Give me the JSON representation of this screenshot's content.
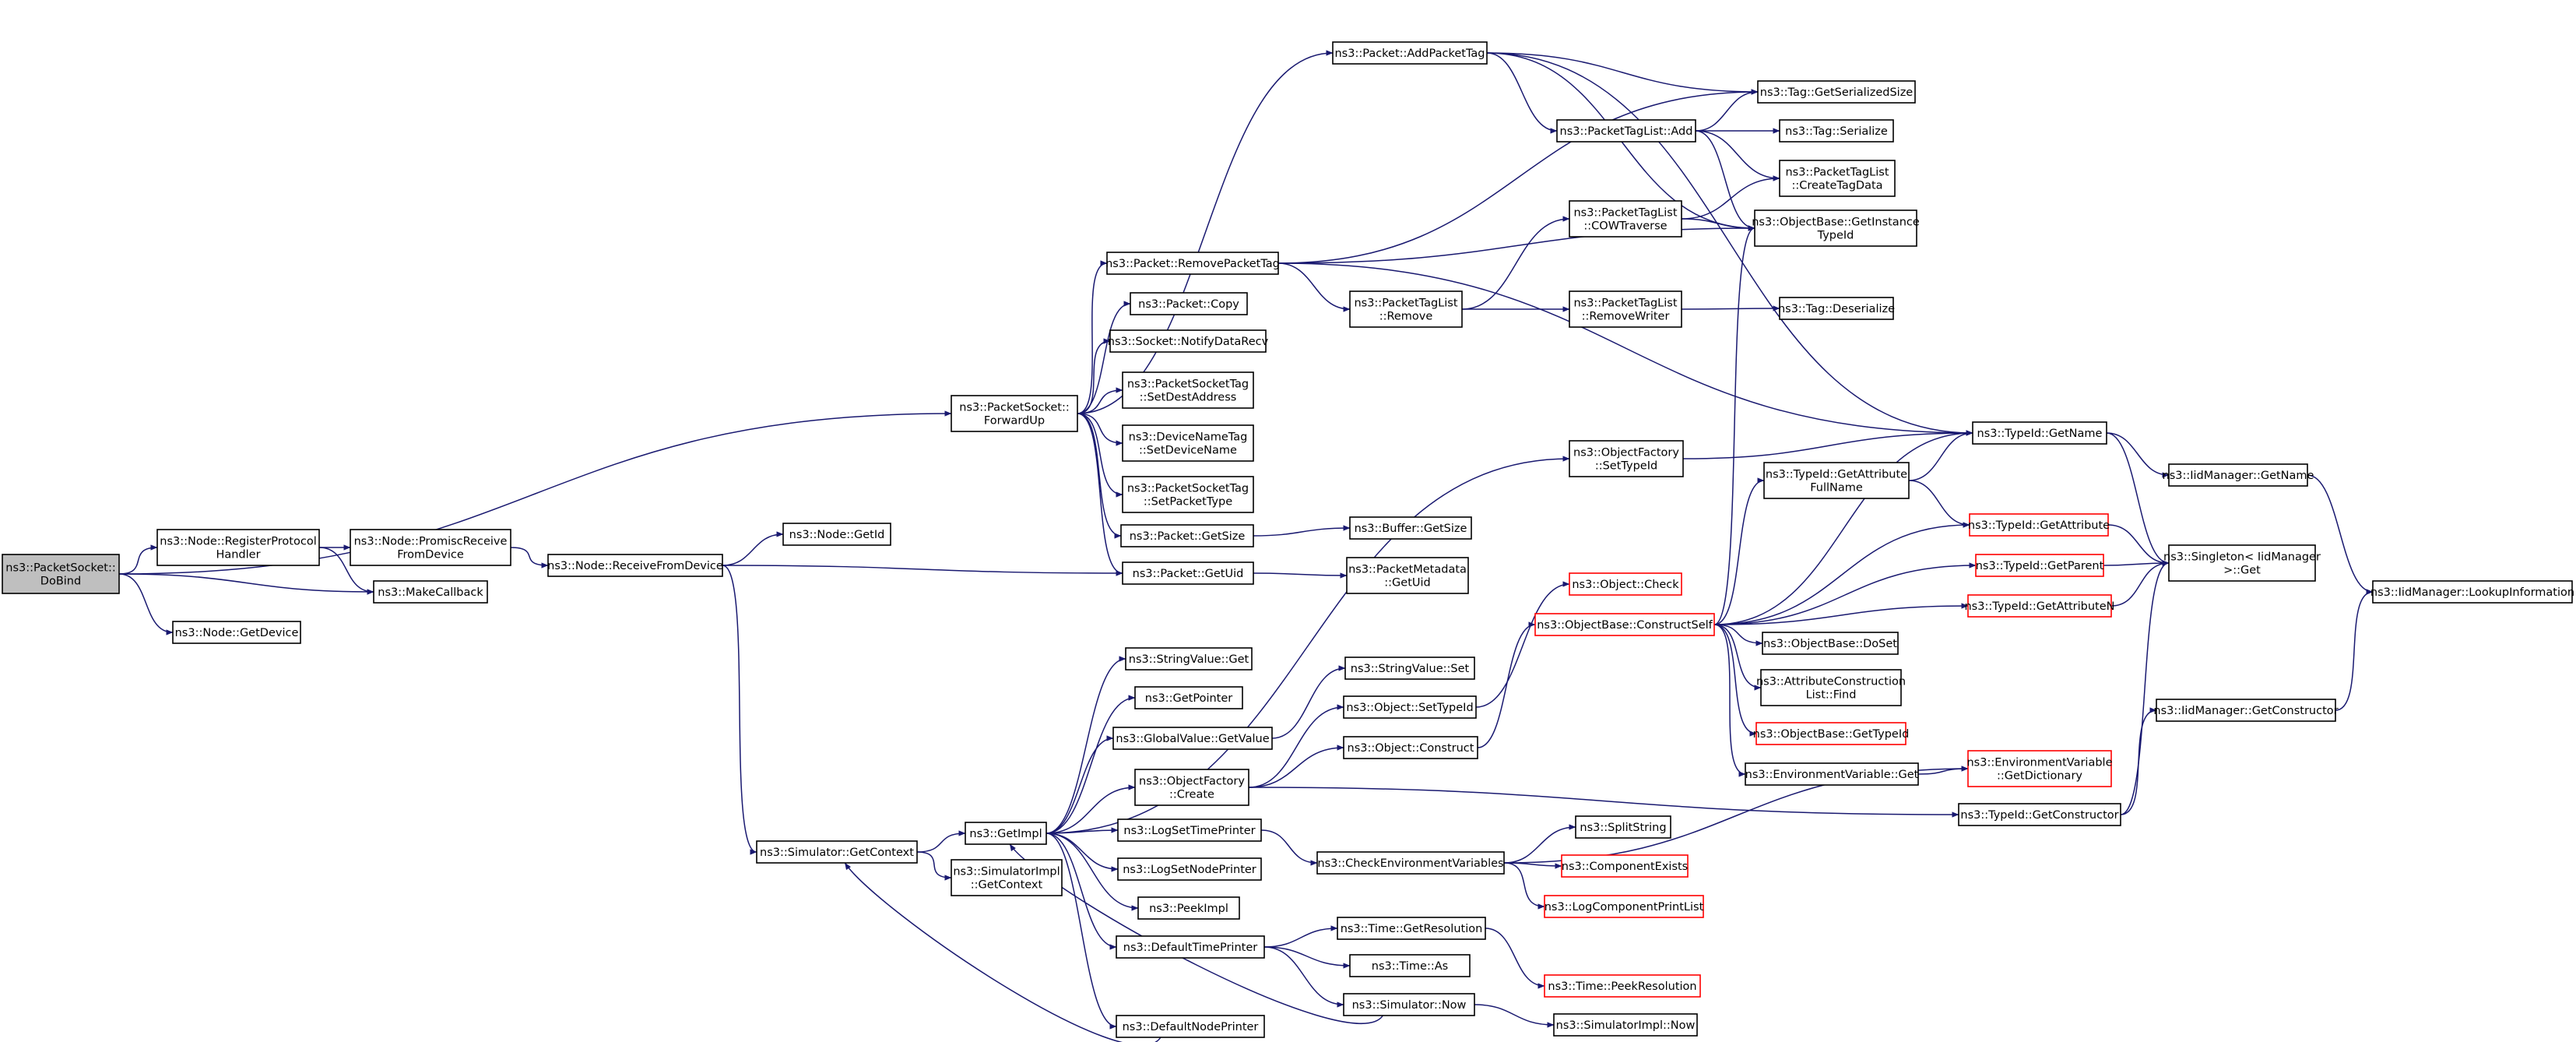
{
  "colors": {
    "edge": "#191970",
    "node_border": "#000000",
    "truncated_border": "#ff0000",
    "current_fill": "#bfbfbf"
  },
  "nodes": [
    {
      "id": "packetsocket_dobind",
      "lines": [
        "ns3::PacketSocket::",
        "DoBind"
      ],
      "style": "current"
    },
    {
      "id": "node_registerprotocolhandler",
      "lines": [
        "ns3::Node::RegisterProtocol",
        "Handler"
      ]
    },
    {
      "id": "node_getdevice",
      "lines": [
        "ns3::Node::GetDevice"
      ]
    },
    {
      "id": "makecallback",
      "lines": [
        "ns3::MakeCallback"
      ]
    },
    {
      "id": "node_promiscreceivefromdevice",
      "lines": [
        "ns3::Node::PromiscReceive",
        "FromDevice"
      ]
    },
    {
      "id": "node_receivefromdevice",
      "lines": [
        "ns3::Node::ReceiveFromDevice"
      ]
    },
    {
      "id": "node_getid",
      "lines": [
        "ns3::Node::GetId"
      ]
    },
    {
      "id": "simulator_getcontext",
      "lines": [
        "ns3::Simulator::GetContext"
      ]
    },
    {
      "id": "packetsocket_forwardup",
      "lines": [
        "ns3::PacketSocket::",
        "ForwardUp"
      ]
    },
    {
      "id": "getimpl",
      "lines": [
        "ns3::GetImpl"
      ]
    },
    {
      "id": "simulatorimpl_getcontext",
      "lines": [
        "ns3::SimulatorImpl",
        "::GetContext"
      ]
    },
    {
      "id": "packet_addpackettag",
      "lines": [
        "ns3::Packet::AddPacketTag"
      ]
    },
    {
      "id": "packet_removepackettag",
      "lines": [
        "ns3::Packet::RemovePacketTag"
      ]
    },
    {
      "id": "packet_copy",
      "lines": [
        "ns3::Packet::Copy"
      ]
    },
    {
      "id": "socket_notifydatarecv",
      "lines": [
        "ns3::Socket::NotifyDataRecv"
      ]
    },
    {
      "id": "packetsockettag_setdestaddress",
      "lines": [
        "ns3::PacketSocketTag",
        "::SetDestAddress"
      ]
    },
    {
      "id": "devicenametag_setdevicename",
      "lines": [
        "ns3::DeviceNameTag",
        "::SetDeviceName"
      ]
    },
    {
      "id": "packetsockettag_setpackettype",
      "lines": [
        "ns3::PacketSocketTag",
        "::SetPacketType"
      ]
    },
    {
      "id": "packet_getsize",
      "lines": [
        "ns3::Packet::GetSize"
      ]
    },
    {
      "id": "packet_getuid",
      "lines": [
        "ns3::Packet::GetUid"
      ]
    },
    {
      "id": "stringvalue_get",
      "lines": [
        "ns3::StringValue::Get"
      ]
    },
    {
      "id": "getpointer",
      "lines": [
        "ns3::GetPointer"
      ]
    },
    {
      "id": "globalvalue_getvalue",
      "lines": [
        "ns3::GlobalValue::GetValue"
      ]
    },
    {
      "id": "objectfactory_create",
      "lines": [
        "ns3::ObjectFactory",
        "::Create"
      ]
    },
    {
      "id": "logsettimeprinter",
      "lines": [
        "ns3::LogSetTimePrinter"
      ]
    },
    {
      "id": "logsetnodeprinter",
      "lines": [
        "ns3::LogSetNodePrinter"
      ]
    },
    {
      "id": "peekimpl",
      "lines": [
        "ns3::PeekImpl"
      ]
    },
    {
      "id": "defaulttimeprinter",
      "lines": [
        "ns3::DefaultTimePrinter"
      ]
    },
    {
      "id": "defaultnodeprinter",
      "lines": [
        "ns3::DefaultNodePrinter"
      ]
    },
    {
      "id": "packettaglist_add",
      "lines": [
        "ns3::PacketTagList::Add"
      ]
    },
    {
      "id": "packettaglist_remove",
      "lines": [
        "ns3::PacketTagList",
        "::Remove"
      ]
    },
    {
      "id": "packettaglist_cowtraverse",
      "lines": [
        "ns3::PacketTagList",
        "::COWTraverse"
      ]
    },
    {
      "id": "packettaglist_removewriter",
      "lines": [
        "ns3::PacketTagList",
        "::RemoveWriter"
      ]
    },
    {
      "id": "buffer_getsize",
      "lines": [
        "ns3::Buffer::GetSize"
      ]
    },
    {
      "id": "packetmetadata_getuid",
      "lines": [
        "ns3::PacketMetadata",
        "::GetUid"
      ]
    },
    {
      "id": "stringvalue_set",
      "lines": [
        "ns3::StringValue::Set"
      ]
    },
    {
      "id": "object_settypeid",
      "lines": [
        "ns3::Object::SetTypeId"
      ]
    },
    {
      "id": "object_construct",
      "lines": [
        "ns3::Object::Construct"
      ]
    },
    {
      "id": "objectfactory_settypeid",
      "lines": [
        "ns3::ObjectFactory",
        "::SetTypeId"
      ]
    },
    {
      "id": "checkenvironmentvariables",
      "lines": [
        "ns3::CheckEnvironmentVariables"
      ]
    },
    {
      "id": "time_getresolution",
      "lines": [
        "ns3::Time::GetResolution"
      ]
    },
    {
      "id": "time_as",
      "lines": [
        "ns3::Time::As"
      ]
    },
    {
      "id": "simulator_now",
      "lines": [
        "ns3::Simulator::Now"
      ]
    },
    {
      "id": "tag_getserializedsize",
      "lines": [
        "ns3::Tag::GetSerializedSize"
      ]
    },
    {
      "id": "tag_serialize",
      "lines": [
        "ns3::Tag::Serialize"
      ]
    },
    {
      "id": "packettaglist_createtagdata",
      "lines": [
        "ns3::PacketTagList",
        "::CreateTagData"
      ]
    },
    {
      "id": "objectbase_getinstancetypeid",
      "lines": [
        "ns3::ObjectBase::GetInstance",
        "TypeId"
      ]
    },
    {
      "id": "tag_deserialize",
      "lines": [
        "ns3::Tag::Deserialize"
      ]
    },
    {
      "id": "object_check",
      "lines": [
        "ns3::Object::Check"
      ],
      "style": "truncated"
    },
    {
      "id": "objectbase_constructself",
      "lines": [
        "ns3::ObjectBase::ConstructSelf"
      ],
      "style": "truncated"
    },
    {
      "id": "splitstring",
      "lines": [
        "ns3::SplitString"
      ]
    },
    {
      "id": "componentexists",
      "lines": [
        "ns3::ComponentExists"
      ],
      "style": "truncated"
    },
    {
      "id": "logcomponentprintlist",
      "lines": [
        "ns3::LogComponentPrintList"
      ],
      "style": "truncated"
    },
    {
      "id": "time_peekresolution",
      "lines": [
        "ns3::Time::PeekResolution"
      ],
      "style": "truncated"
    },
    {
      "id": "simulatorimpl_now",
      "lines": [
        "ns3::SimulatorImpl::Now"
      ]
    },
    {
      "id": "typeid_getname",
      "lines": [
        "ns3::TypeId::GetName"
      ]
    },
    {
      "id": "typeid_getattributefullname",
      "lines": [
        "ns3::TypeId::GetAttribute",
        "FullName"
      ]
    },
    {
      "id": "typeid_getattribute",
      "lines": [
        "ns3::TypeId::GetAttribute"
      ],
      "style": "truncated"
    },
    {
      "id": "typeid_getparent",
      "lines": [
        "ns3::TypeId::GetParent"
      ],
      "style": "truncated"
    },
    {
      "id": "typeid_getattributen",
      "lines": [
        "ns3::TypeId::GetAttributeN"
      ],
      "style": "truncated"
    },
    {
      "id": "objectbase_doset",
      "lines": [
        "ns3::ObjectBase::DoSet"
      ]
    },
    {
      "id": "attributeconstructionlist_find",
      "lines": [
        "ns3::AttributeConstruction",
        "List::Find"
      ]
    },
    {
      "id": "objectbase_gettypeid",
      "lines": [
        "ns3::ObjectBase::GetTypeId"
      ],
      "style": "truncated"
    },
    {
      "id": "environmentvariable_get",
      "lines": [
        "ns3::EnvironmentVariable::Get"
      ]
    },
    {
      "id": "environmentvariable_getdictionary",
      "lines": [
        "ns3::EnvironmentVariable",
        "::GetDictionary"
      ],
      "style": "truncated"
    },
    {
      "id": "typeid_getconstructor",
      "lines": [
        "ns3::TypeId::GetConstructor"
      ]
    },
    {
      "id": "iidmanager_getname",
      "lines": [
        "ns3::IidManager::GetName"
      ]
    },
    {
      "id": "singleton_get",
      "lines": [
        "ns3::Singleton< IidManager",
        ">::Get"
      ]
    },
    {
      "id": "iidmanager_getconstructor",
      "lines": [
        "ns3::IidManager::GetConstructor"
      ]
    },
    {
      "id": "iidmanager_lookupinformation",
      "lines": [
        "ns3::IidManager::LookupInformation"
      ]
    }
  ],
  "edges": [
    [
      "packetsocket_dobind",
      "packetsocket_forwardup"
    ],
    [
      "packetsocket_dobind",
      "node_registerprotocolhandler"
    ],
    [
      "packetsocket_dobind",
      "makecallback"
    ],
    [
      "packetsocket_dobind",
      "node_getdevice"
    ],
    [
      "node_registerprotocolhandler",
      "node_promiscreceivefromdevice"
    ],
    [
      "node_registerprotocolhandler",
      "makecallback"
    ],
    [
      "node_promiscreceivefromdevice",
      "node_receivefromdevice"
    ],
    [
      "node_receivefromdevice",
      "node_getid"
    ],
    [
      "node_receivefromdevice",
      "packet_getuid"
    ],
    [
      "node_receivefromdevice",
      "simulator_getcontext"
    ],
    [
      "simulator_getcontext",
      "getimpl"
    ],
    [
      "simulator_getcontext",
      "simulatorimpl_getcontext"
    ],
    [
      "packetsocket_forwardup",
      "packet_addpackettag"
    ],
    [
      "packetsocket_forwardup",
      "packet_removepackettag"
    ],
    [
      "packetsocket_forwardup",
      "packet_copy"
    ],
    [
      "packetsocket_forwardup",
      "socket_notifydatarecv"
    ],
    [
      "packetsocket_forwardup",
      "packetsockettag_setdestaddress"
    ],
    [
      "packetsocket_forwardup",
      "devicenametag_setdevicename"
    ],
    [
      "packetsocket_forwardup",
      "packetsockettag_setpackettype"
    ],
    [
      "packetsocket_forwardup",
      "packet_getsize"
    ],
    [
      "packetsocket_forwardup",
      "packet_getuid"
    ],
    [
      "packet_addpackettag",
      "typeid_getname"
    ],
    [
      "packet_addpackettag",
      "tag_getserializedsize"
    ],
    [
      "packet_addpackettag",
      "packettaglist_add"
    ],
    [
      "packet_addpackettag",
      "objectbase_getinstancetypeid"
    ],
    [
      "packet_removepackettag",
      "tag_getserializedsize"
    ],
    [
      "packet_removepackettag",
      "objectbase_getinstancetypeid"
    ],
    [
      "packet_removepackettag",
      "packettaglist_remove"
    ],
    [
      "packet_removepackettag",
      "typeid_getname"
    ],
    [
      "packettaglist_add",
      "tag_getserializedsize"
    ],
    [
      "packettaglist_add",
      "tag_serialize"
    ],
    [
      "packettaglist_add",
      "packettaglist_createtagdata"
    ],
    [
      "packettaglist_add",
      "objectbase_getinstancetypeid"
    ],
    [
      "packettaglist_remove",
      "packettaglist_cowtraverse"
    ],
    [
      "packettaglist_remove",
      "packettaglist_removewriter"
    ],
    [
      "packettaglist_cowtraverse",
      "packettaglist_createtagdata"
    ],
    [
      "packettaglist_cowtraverse",
      "objectbase_getinstancetypeid"
    ],
    [
      "packettaglist_removewriter",
      "tag_deserialize"
    ],
    [
      "packet_getsize",
      "buffer_getsize"
    ],
    [
      "packet_getuid",
      "packetmetadata_getuid"
    ],
    [
      "getimpl",
      "objectfactory_settypeid"
    ],
    [
      "getimpl",
      "stringvalue_get"
    ],
    [
      "getimpl",
      "getpointer"
    ],
    [
      "getimpl",
      "globalvalue_getvalue"
    ],
    [
      "getimpl",
      "objectfactory_create"
    ],
    [
      "getimpl",
      "logsettimeprinter"
    ],
    [
      "getimpl",
      "logsetnodeprinter"
    ],
    [
      "getimpl",
      "peekimpl"
    ],
    [
      "getimpl",
      "defaulttimeprinter"
    ],
    [
      "getimpl",
      "defaultnodeprinter"
    ],
    [
      "globalvalue_getvalue",
      "stringvalue_set"
    ],
    [
      "objectfactory_create",
      "object_settypeid"
    ],
    [
      "objectfactory_create",
      "object_construct"
    ],
    [
      "objectfactory_create",
      "typeid_getconstructor"
    ],
    [
      "objectfactory_settypeid",
      "typeid_getname"
    ],
    [
      "object_settypeid",
      "object_check"
    ],
    [
      "object_construct",
      "objectbase_constructself"
    ],
    [
      "logsettimeprinter",
      "checkenvironmentvariables"
    ],
    [
      "checkenvironmentvariables",
      "splitstring"
    ],
    [
      "checkenvironmentvariables",
      "componentexists"
    ],
    [
      "checkenvironmentvariables",
      "logcomponentprintlist"
    ],
    [
      "checkenvironmentvariables",
      "environmentvariable_getdictionary"
    ],
    [
      "defaulttimeprinter",
      "time_getresolution"
    ],
    [
      "defaulttimeprinter",
      "time_as"
    ],
    [
      "defaulttimeprinter",
      "simulator_now"
    ],
    [
      "defaultnodeprinter",
      "simulator_getcontext"
    ],
    [
      "simulator_now",
      "getimpl"
    ],
    [
      "simulator_now",
      "simulatorimpl_now"
    ],
    [
      "time_getresolution",
      "time_peekresolution"
    ],
    [
      "objectbase_constructself",
      "objectbase_getinstancetypeid"
    ],
    [
      "objectbase_constructself",
      "typeid_getname"
    ],
    [
      "objectbase_constructself",
      "typeid_getattributefullname"
    ],
    [
      "objectbase_constructself",
      "typeid_getattribute"
    ],
    [
      "objectbase_constructself",
      "typeid_getparent"
    ],
    [
      "objectbase_constructself",
      "typeid_getattributen"
    ],
    [
      "objectbase_constructself",
      "objectbase_doset"
    ],
    [
      "objectbase_constructself",
      "attributeconstructionlist_find"
    ],
    [
      "objectbase_constructself",
      "objectbase_gettypeid"
    ],
    [
      "objectbase_constructself",
      "environmentvariable_get"
    ],
    [
      "environmentvariable_get",
      "environmentvariable_getdictionary"
    ],
    [
      "typeid_getattributefullname",
      "typeid_getname"
    ],
    [
      "typeid_getattributefullname",
      "typeid_getattribute"
    ],
    [
      "typeid_getname",
      "iidmanager_getname"
    ],
    [
      "typeid_getname",
      "singleton_get"
    ],
    [
      "typeid_getattribute",
      "singleton_get"
    ],
    [
      "typeid_getparent",
      "singleton_get"
    ],
    [
      "typeid_getattributen",
      "singleton_get"
    ],
    [
      "typeid_getconstructor",
      "singleton_get"
    ],
    [
      "typeid_getconstructor",
      "iidmanager_getconstructor"
    ],
    [
      "iidmanager_getname",
      "iidmanager_lookupinformation"
    ],
    [
      "iidmanager_getconstructor",
      "iidmanager_lookupinformation"
    ]
  ]
}
